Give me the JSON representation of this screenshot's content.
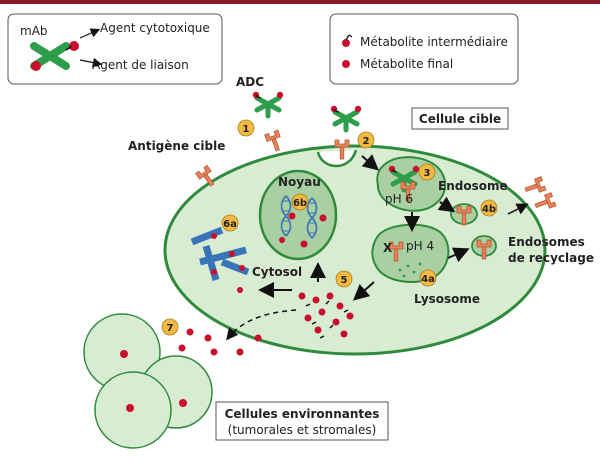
{
  "colors": {
    "top_bar": "#8a1c2a",
    "cell_fill": "#d8ecd2",
    "cell_stroke": "#2f8a3c",
    "antibody": "#2e9e4a",
    "payload": "#c8102e",
    "receptor": "#e8825a",
    "dna": "#3a74b8",
    "badge": "#f4b942"
  },
  "legend_left": {
    "mab": "mAb",
    "cytotoxic_agent": "Agent cytotoxique",
    "linker": "Agent de liaison"
  },
  "legend_right": {
    "intermediate_metabolite": "Métabolite intermédiaire",
    "final_metabolite": "Métabolite final"
  },
  "labels": {
    "adc": "ADC",
    "target_antigen": "Antigène cible",
    "target_cell": "Cellule cible",
    "nucleus": "Noyau",
    "cytosol": "Cytosol",
    "endosome": "Endosome",
    "ph6": "pH 6",
    "ph4": "pH 4",
    "lysosome": "Lysosome",
    "recycling_endosomes_1": "Endosomes",
    "recycling_endosomes_2": "de recyclage",
    "x_mark": "X",
    "surrounding_cells_1": "Cellules environnantes",
    "surrounding_cells_2": "(tumorales et stromales)"
  },
  "steps": {
    "s1": "1",
    "s2": "2",
    "s3": "3",
    "s4a": "4a",
    "s4b": "4b",
    "s5": "5",
    "s6a": "6a",
    "s6b": "6b",
    "s7": "7"
  }
}
